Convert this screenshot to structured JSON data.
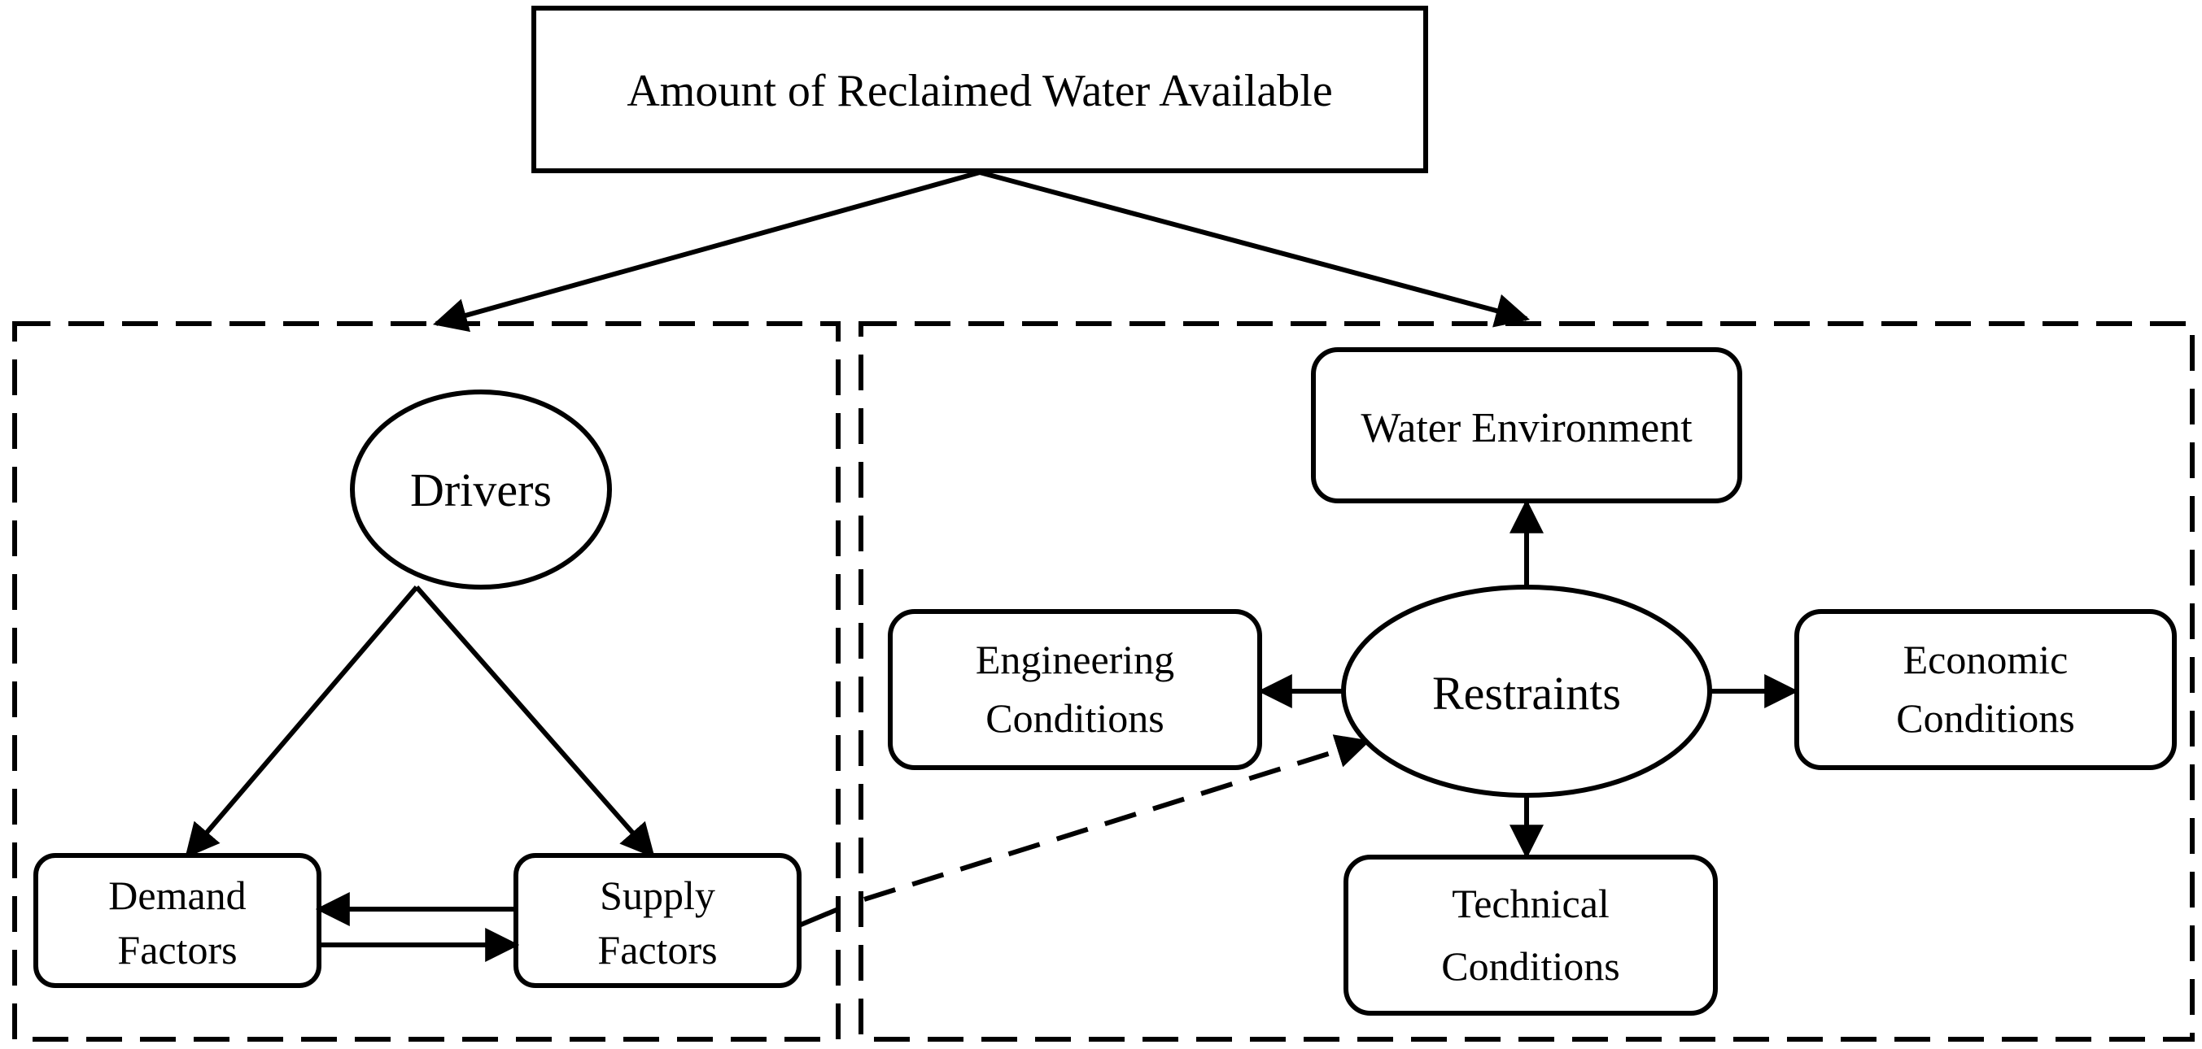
{
  "title_box": {
    "label": "Amount of Reclaimed Water Available"
  },
  "drivers": {
    "label": "Drivers",
    "demand": {
      "line1": "Demand",
      "line2": "Factors"
    },
    "supply": {
      "line1": "Supply",
      "line2": "Factors"
    }
  },
  "restraints": {
    "label": "Restraints",
    "water_environment": {
      "label": "Water Environment"
    },
    "engineering": {
      "line1": "Engineering",
      "line2": "Conditions"
    },
    "economic": {
      "line1": "Economic",
      "line2": "Conditions"
    },
    "technical": {
      "line1": "Technical",
      "line2": "Conditions"
    }
  },
  "colors": {
    "stroke": "#000000",
    "background": "#ffffff"
  }
}
